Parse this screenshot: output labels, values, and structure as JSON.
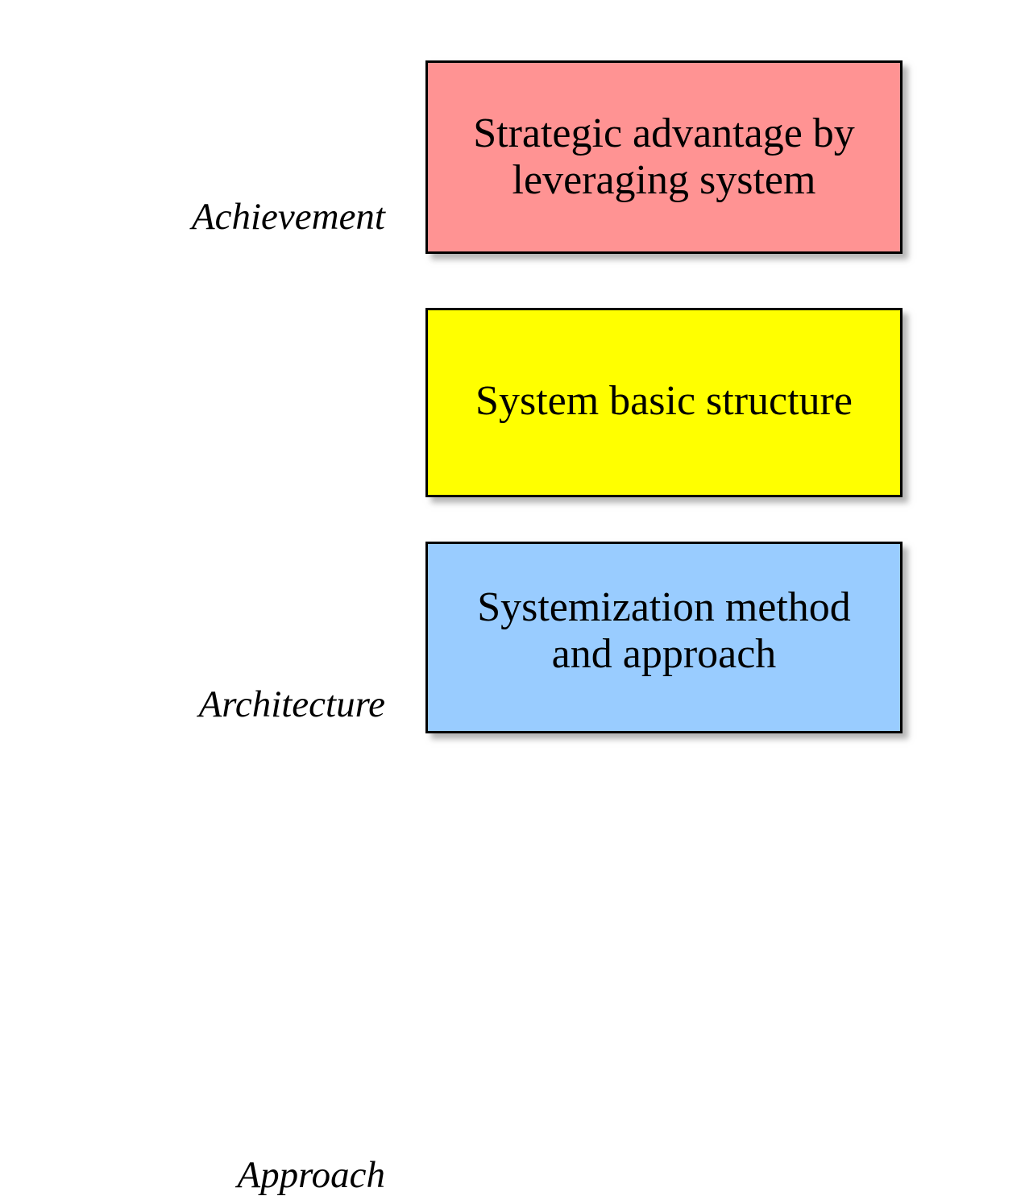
{
  "diagram": {
    "type": "three-tier-stack",
    "background_color": "#ffffff",
    "rows": [
      {
        "label": "Achievement",
        "box_text": "Strategic advantage by leveraging system",
        "box_line_1": "Strategic advantage by",
        "box_line_2": "leveraging system",
        "fill_color": "#ff9393",
        "border_color": "#000000",
        "text_color": "#000000"
      },
      {
        "label": "Architecture",
        "box_text": "System basic structure",
        "box_line_1": "System basic structure",
        "box_line_2": "",
        "fill_color": "#ffff00",
        "border_color": "#000000",
        "text_color": "#000000"
      },
      {
        "label": "Approach",
        "box_text": "Systemization method and approach",
        "box_line_1": "Systemization method",
        "box_line_2": "and approach",
        "fill_color": "#99ccff",
        "border_color": "#000000",
        "text_color": "#000000"
      }
    ]
  }
}
